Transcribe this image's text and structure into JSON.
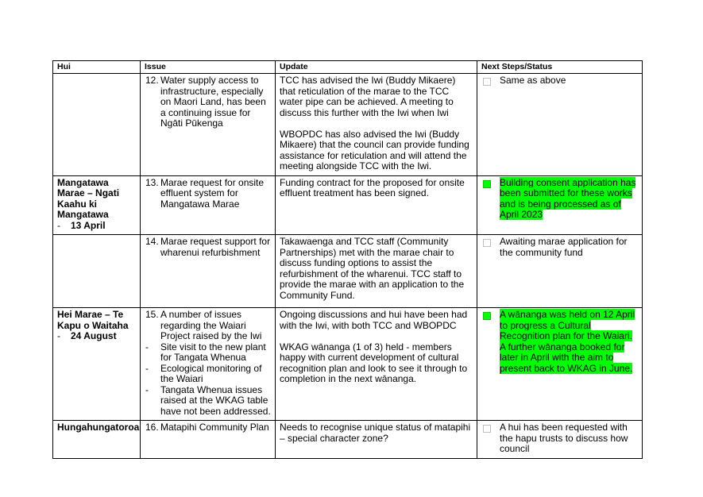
{
  "table": {
    "headers": [
      "Hui",
      "Issue",
      "Update",
      "Next Steps/Status"
    ],
    "rows": [
      {
        "hui": "",
        "hui_sub": "",
        "issue_num": "12.",
        "issue": "Water supply access to infrastructure, especially on Maori Land, has been a continuing issue for Ngāti Pūkenga",
        "issue_bullets": [],
        "update": [
          "TCC has advised the Iwi (Buddy Mikaere) that reticulation of the marae to the TCC water pipe can be achieved.  A meeting to discuss this further with the Iwi when Iwi",
          "WBOPDC has also advised the Iwi (Buddy Mikaere) that the council can provide funding assistance for reticulation and will attend the meeting alongside TCC with the Iwi."
        ],
        "status": "Same as above",
        "status_highlight": false
      },
      {
        "hui": "Mangatawa Marae – Ngati Kaahu ki Mangatawa",
        "hui_sub": "13 April",
        "issue_num": "13.",
        "issue": "Marae request for onsite effluent system for Mangatawa Marae",
        "issue_bullets": [],
        "update": [
          "Funding contract for the proposed for onsite effluent treatment has been signed."
        ],
        "status": "Building consent application has been submitted for these works and is being processed as of April 2023",
        "status_highlight": true
      },
      {
        "hui": "",
        "hui_sub": "",
        "issue_num": "14.",
        "issue": "Marae request support for wharenui refurbishment",
        "issue_bullets": [],
        "update": [
          "Takawaenga and TCC staff (Community Partnerships) met with the marae chair to discuss funding options to assist the refurbishment of the wharenui.  TCC staff to provide the marae with an application to the Community Fund."
        ],
        "status": "Awaiting marae application for the community fund",
        "status_highlight": false
      },
      {
        "hui": "Hei Marae – Te Kapu o Waitaha",
        "hui_sub": "24 August",
        "issue_num": "15.",
        "issue": "A number of issues regarding the Waiari Project raised by the Iwi",
        "issue_bullets": [
          "Site visit to the new plant for Tangata Whenua",
          "Ecological monitoring of the Waiari",
          "Tangata Whenua issues raised at the WKAG table have not been addressed."
        ],
        "update": [
          "Ongoing discussions and hui have been had with the Iwi, with both TCC and WBOPDC",
          "WKAG wānanga (1 of 3) held  - members happy with current development of cultural recognition plan and look to see it through to completion in the next wānanga."
        ],
        "status": "A wānanga was held on 12 April to progress a Cultural Recognition plan for the Waiari. A further wānanga booked for later in April with the aim to present back to WKAG in June.",
        "status_highlight": true
      },
      {
        "hui": "Hungahungatoroa",
        "hui_sub": "",
        "issue_num": "16.",
        "issue": "Matapihi Community Plan",
        "issue_bullets": [],
        "update": [
          "Needs to recognise unique status of matapihi – special character zone?"
        ],
        "status": "A hui has been requested with the hapu trusts to discuss how council",
        "status_highlight": false
      }
    ]
  },
  "colors": {
    "highlight": "#00ff00",
    "border": "#000000"
  },
  "icons": {
    "status_box": "checkbox-square-icon",
    "bullet": "dash-bullet"
  }
}
